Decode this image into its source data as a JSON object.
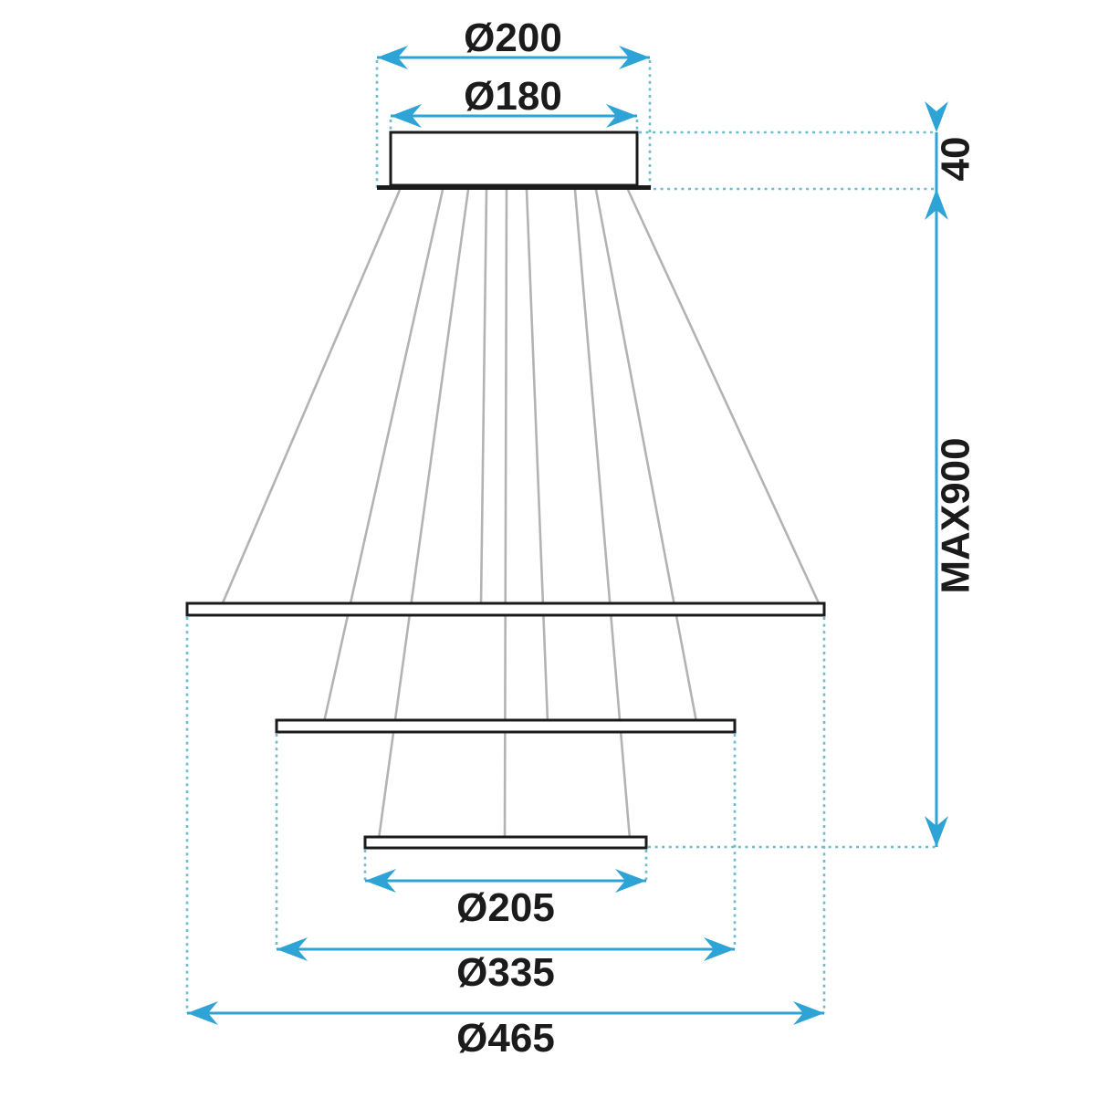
{
  "page": {
    "title": "Pendant lamp dimension drawing"
  },
  "colors": {
    "accent": "#2da3d6",
    "dashed": "#6fbccd",
    "wire": "#b3b3b3",
    "ink": "#1b1b1b",
    "bg": "#ffffff"
  },
  "dimensions": {
    "canopy_outer": {
      "label": "Ø200",
      "value": 200
    },
    "canopy_inner": {
      "label": "Ø180",
      "value": 180
    },
    "canopy_height": {
      "label": "40",
      "value": 40
    },
    "max_drop": {
      "label": "MAX900",
      "value": 900
    },
    "ring_small": {
      "label": "Ø205",
      "value": 205
    },
    "ring_medium": {
      "label": "Ø335",
      "value": 335
    },
    "ring_large": {
      "label": "Ø465",
      "value": 465
    }
  },
  "diagram": {
    "type": "technical-drawing",
    "subject": "three-tier ring pendant lamp, front elevation",
    "canopy": {
      "outer_diameter": "Ø200",
      "inner_diameter": "Ø180",
      "height": "40"
    },
    "max_hanging_height": "MAX900",
    "rings_top_to_bottom": [
      "Ø465",
      "Ø335",
      "Ø205"
    ],
    "suspension_wire_count": 9
  }
}
